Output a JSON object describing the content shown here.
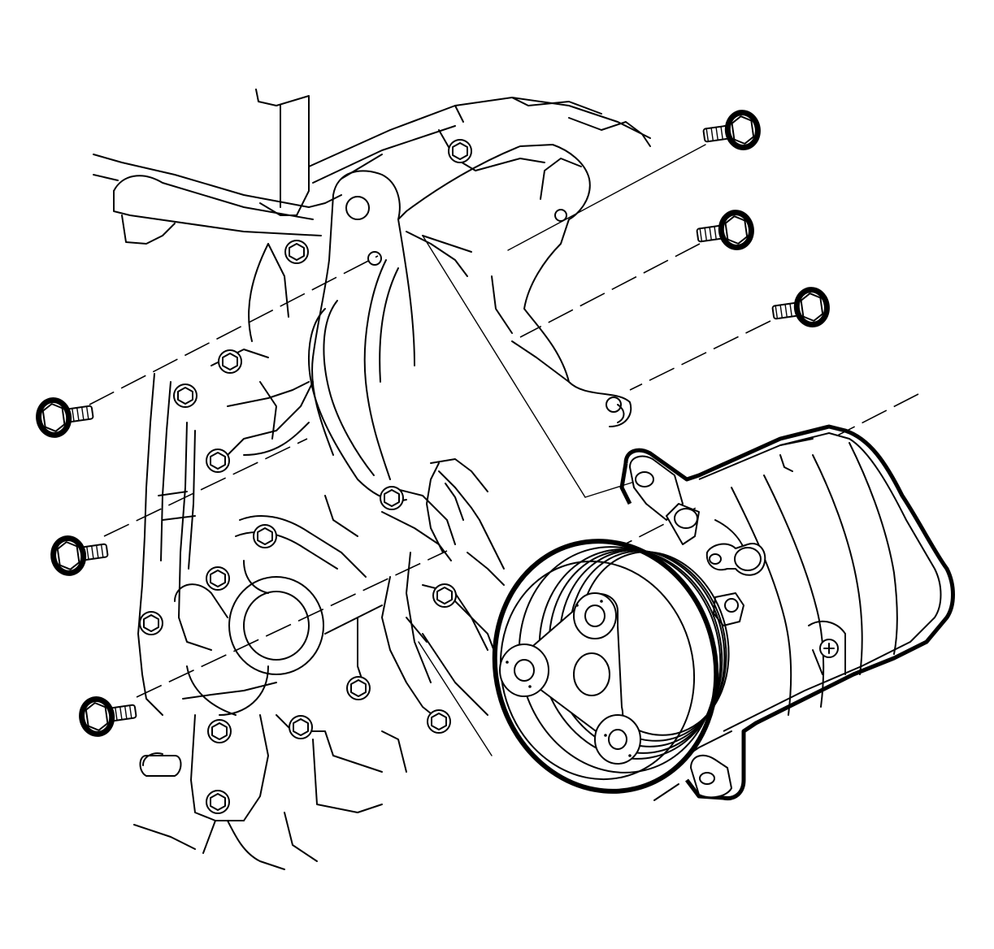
{
  "diagram": {
    "type": "exploded-assembly-line-drawing",
    "colors": {
      "line": "#000000",
      "background": "#ffffff"
    },
    "parts": {
      "engine_block": "engine-block-with-bracket",
      "compressor": "ac-compressor",
      "pulley": "compressor-pulley",
      "bracket": "compressor-mounting-bracket"
    },
    "fastener_count_right": 3,
    "fastener_count_left": 3
  }
}
